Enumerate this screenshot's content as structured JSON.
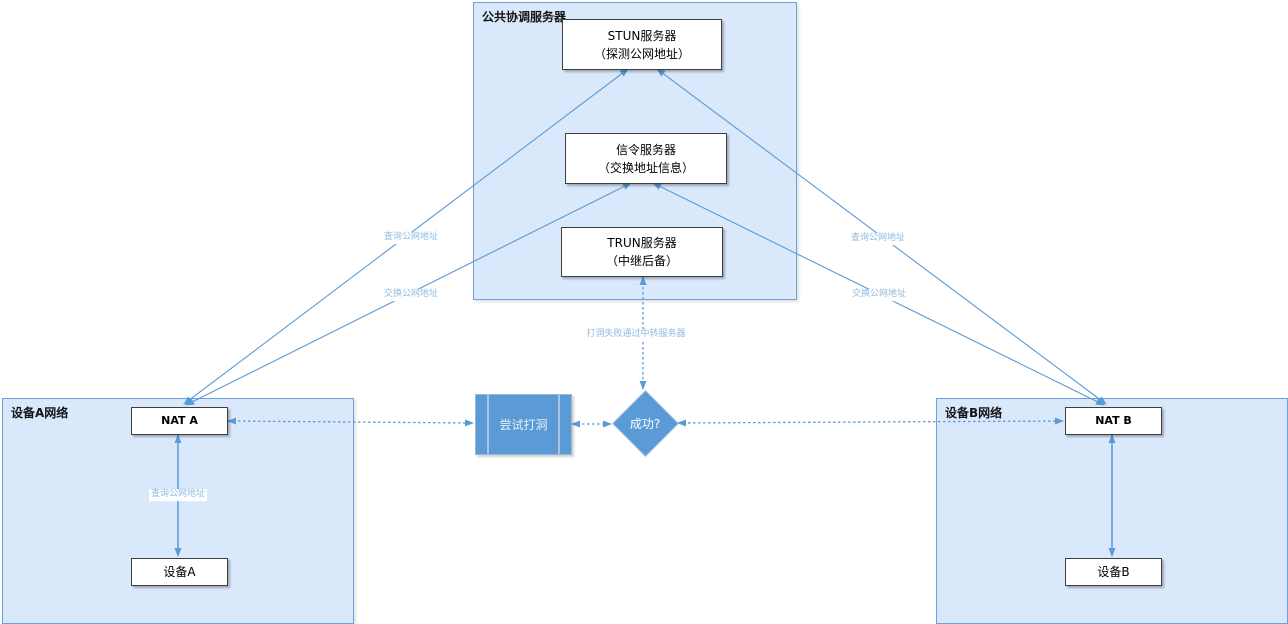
{
  "containers": {
    "coordination": {
      "label": "公共协调服务器"
    },
    "network_a": {
      "label": "设备A网络"
    },
    "network_b": {
      "label": "设备B网络"
    }
  },
  "nodes": {
    "stun": {
      "line1": "STUN服务器",
      "line2": "（探测公网地址）"
    },
    "signal": {
      "line1": "信令服务器",
      "line2": "（交换地址信息）"
    },
    "turn": {
      "line1": "TRUN服务器",
      "line2": "（中继后备）"
    },
    "nat_a": {
      "label": "NAT A"
    },
    "device_a": {
      "label": "设备A"
    },
    "nat_b": {
      "label": "NAT B"
    },
    "device_b": {
      "label": "设备B"
    },
    "punch": {
      "label": "尝试打洞"
    },
    "success": {
      "label": "成功?"
    }
  },
  "edges": {
    "query_left": "查询公网地址",
    "exchange_left": "交换公网地址",
    "query_right": "查询公网地址",
    "exchange_right": "交换公网地址",
    "query_device_a": "查询公网地址",
    "relay_fallback": "打洞失败通过中转服务器"
  },
  "colors": {
    "container_fill": "#dae8fc",
    "container_border": "#6ea0d8",
    "node_fill": "#5b9bd5",
    "arrow": "#5b9bd5",
    "edge_label_text": "#8fbadf",
    "box_border": "#3f3f3f"
  }
}
